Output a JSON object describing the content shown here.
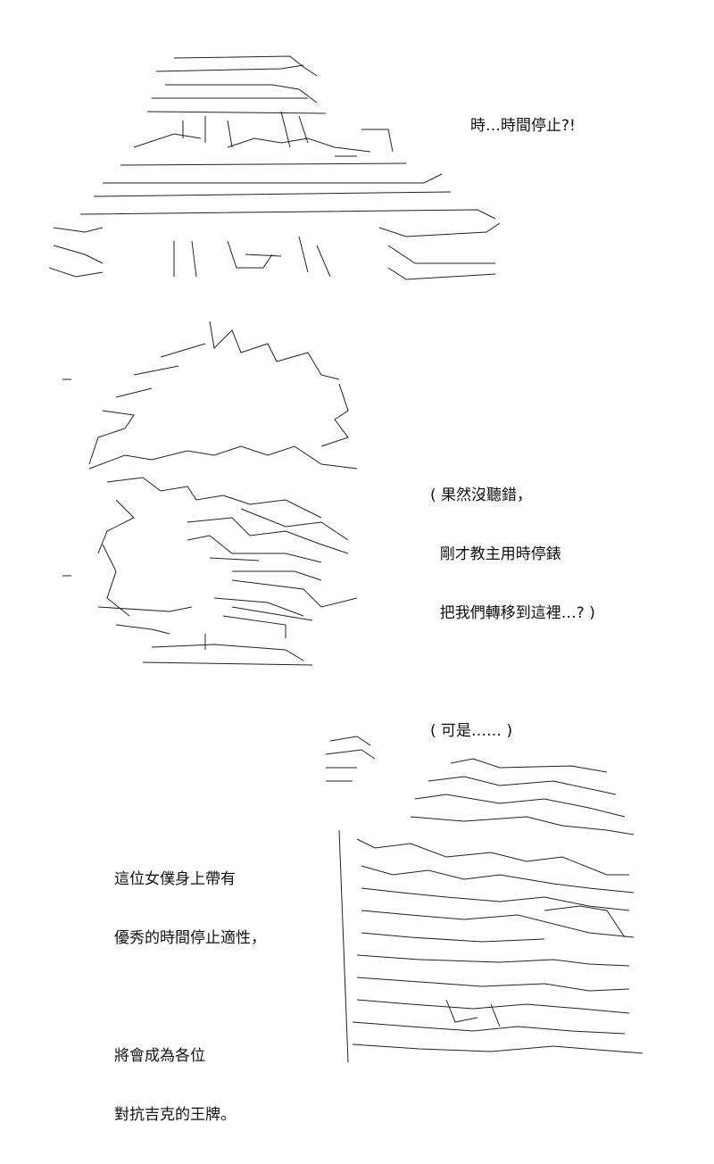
{
  "panel1": {
    "dialogue": "時…時間停止?!"
  },
  "panel2": {
    "dialogue_lines": [
      "( 果然沒聽錯，",
      "  剛才教主用時停錶",
      "  把我們轉移到這裡…? )",
      "",
      "( 可是…… )"
    ]
  },
  "panel3": {
    "dialogue_lines": [
      "這位女僕身上帶有",
      "優秀的時間停止適性，",
      "",
      "將會成為各位",
      "對抗吉克的王牌。"
    ]
  },
  "icons": {
    "panel1_art": "ascii-art-group-of-figures",
    "panel2_art": "ascii-art-spiky-haired-character",
    "panel3_art": "ascii-art-maid-figure"
  }
}
